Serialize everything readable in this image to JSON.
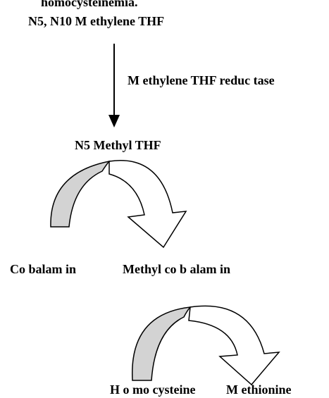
{
  "header_fragment": "homocysteinemia.",
  "compounds": {
    "top": "N5, N10 M ethylene THF",
    "middle": "N5 Methyl THF",
    "cofactor_in": "Co balam in",
    "cofactor_out": "Methyl co b alam in",
    "substrate_in": "H o mo cysteine",
    "substrate_out": "M ethionine"
  },
  "enzyme": "M ethylene THF reduc tase",
  "colors": {
    "stroke": "#000000",
    "fill_shaded": "#d3d3d3",
    "fill_white": "#ffffff",
    "text": "#000000"
  }
}
